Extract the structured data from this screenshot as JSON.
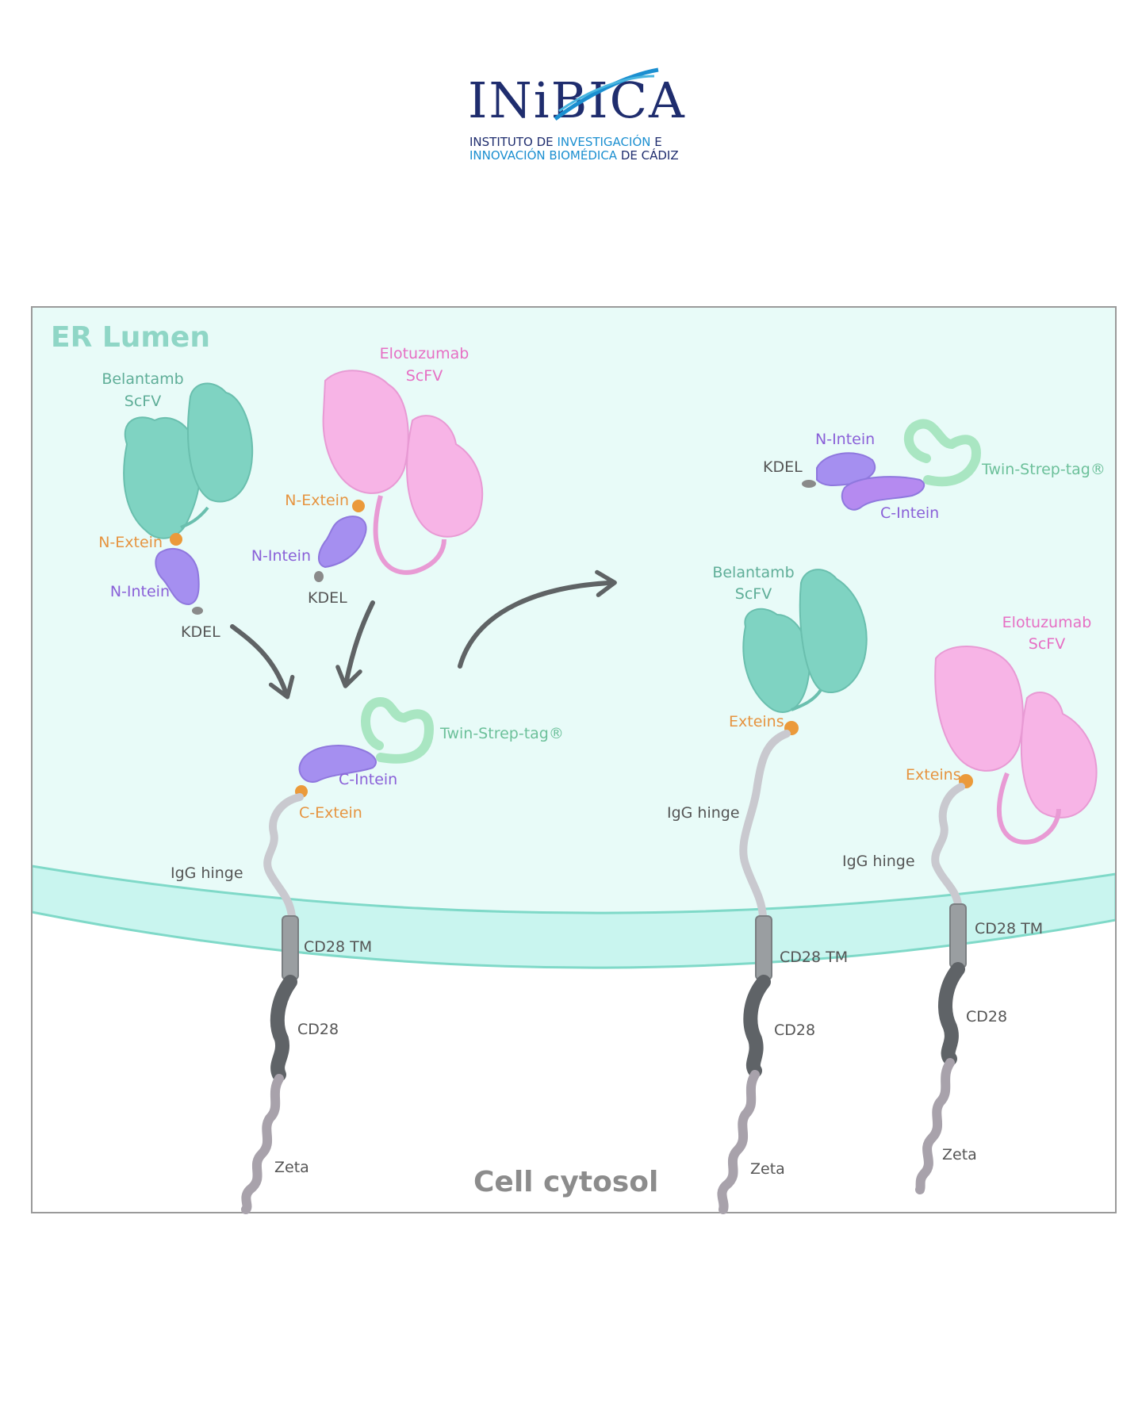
{
  "logo": {
    "wordmark": "INiBICA",
    "line1_a": "INSTITUTO DE ",
    "line1_b": "INVESTIGACIÓN",
    "line1_c": " E",
    "line2_a": "INNOVACIÓN BIOMÉDICA",
    "line2_b": " DE CÁDIZ"
  },
  "regions": {
    "er_lumen": "ER Lumen",
    "cell_cytosol": "Cell cytosol"
  },
  "left": {
    "belantamb_line1": "Belantamb",
    "belantamb_line2": "ScFV",
    "n_extein_a": "N-Extein",
    "n_intein_a": "N-Intein",
    "kdel_a": "KDEL",
    "elotuzumab_line1": "Elotuzumab",
    "elotuzumab_line2": "ScFV",
    "n_extein_b": "N-Extein",
    "n_intein_b": "N-Intein",
    "kdel_b": "KDEL",
    "twin_strep": "Twin-Strep-tag®",
    "c_intein": "C-Intein",
    "c_extein": "C-Extein",
    "igg_hinge": "IgG hinge",
    "cd28_tm": "CD28 TM",
    "cd28": "CD28",
    "zeta": "Zeta"
  },
  "right_top": {
    "n_intein": "N-Intein",
    "kdel": "KDEL",
    "twin_strep": "Twin-Strep-tag®",
    "c_intein": "C-Intein"
  },
  "right_a": {
    "belantamb_line1": "Belantamb",
    "belantamb_line2": "ScFV",
    "exteins": "Exteins",
    "igg_hinge": "IgG hinge",
    "cd28_tm": "CD28 TM",
    "cd28": "CD28",
    "zeta": "Zeta"
  },
  "right_b": {
    "elotuzumab_line1": "Elotuzumab",
    "elotuzumab_line2": "ScFV",
    "exteins": "Exteins",
    "igg_hinge": "IgG hinge",
    "cd28_tm": "CD28 TM",
    "cd28": "CD28",
    "zeta": "Zeta"
  },
  "colors": {
    "lumen": "#e8fbf8",
    "membrane": "#c9f5ef",
    "membrane_edge": "#7fd9c8",
    "teal_protein": "#7fd3c2",
    "pink_protein": "#f7b4e6",
    "purple_intein": "#a58ff0",
    "orange_extein": "#eb9a3a",
    "green_tag": "#a9e6c2",
    "arrow": "#5f6365"
  }
}
